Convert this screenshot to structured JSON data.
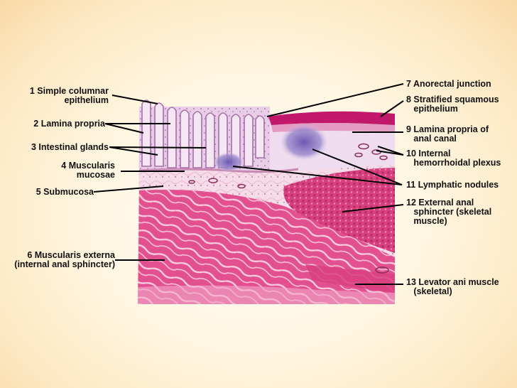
{
  "labels": {
    "l1": "1 Simple columnar\n     epithelium",
    "l2": "2 Lamina propria",
    "l3": "3 Intestinal glands",
    "l4": "4 Muscularis\n     mucosae",
    "l5": "5 Submucosa",
    "l6": "6 Muscularis externa\n(internal anal sphincter)",
    "l7": "7 Anorectal junction",
    "l8": "8 Stratified squamous\n   epithelium",
    "l9": "9 Lamina propria of\n   anal canal",
    "l10": "10 Internal\n   hemorrhoidal plexus",
    "l11": "11 Lymphatic nodules",
    "l12": "12 External anal\n   sphincter (skeletal\n   muscle)",
    "l13": "13 Levator ani muscle\n   (skeletal)"
  },
  "colors": {
    "muscle": "#e14b8c",
    "muscle_light": "#f4a6c6",
    "mucosa": "#cfa9d6",
    "submucosa": "#f6dbe8",
    "nodule": "#7c67b7",
    "epithelium": "#c2186b",
    "leader": "#000000"
  }
}
